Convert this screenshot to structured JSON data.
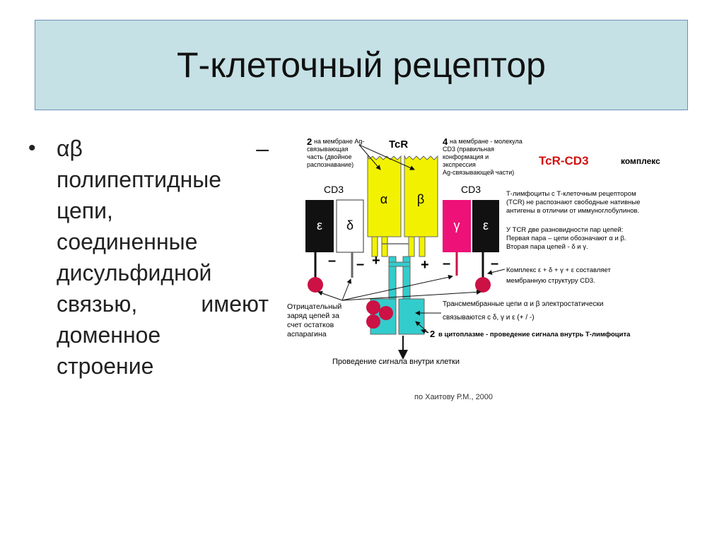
{
  "title": "Т-клеточный рецептор",
  "bullet": {
    "lines": [
      {
        "a": "αβ",
        "b": "–"
      },
      {
        "a": "полипептидные"
      },
      {
        "a": "цепи,"
      },
      {
        "a": "соединенные"
      },
      {
        "a": "дисульфидной"
      },
      {
        "a": "связью,",
        "b": "имеют"
      },
      {
        "a": "доменное"
      },
      {
        "a": "строение"
      }
    ]
  },
  "diagram": {
    "tcr_label": "TcR",
    "complex_title": "TcR-CD3",
    "complex_word": "комплекс",
    "cd3_left": "CD3",
    "cd3_right": "CD3",
    "alpha": "α",
    "beta": "β",
    "epsilon": "ε",
    "delta": "δ",
    "gamma": "γ",
    "plus": "+",
    "minus": "–",
    "note2_num": "2",
    "note2_lines": [
      "на мембране Ag-",
      "связывающая",
      "часть (двойное",
      "распознавание)"
    ],
    "note4_num": "4",
    "note4_lines": [
      "на мембране - молекула",
      "CD3 (правильная",
      "конформация и",
      "экспрессия",
      "Ag-связывающей части)"
    ],
    "info_lines": [
      "Т-лимфоциты с Т-клеточным рецептором",
      "(TCR) не распознают свободные нативные",
      "антигены в отличии от иммуноглобулинов.",
      "У TCR две разновидности пар цепей:",
      "Первая пара – цепи обозначают α и β.",
      "Вторая пара цепей - δ и γ."
    ],
    "complex_lines": [
      "Комплекс ε + δ + γ + ε составляет",
      "мембранную структуру CD3."
    ],
    "transmem_lines": [
      "Трансмембранные цепи α и β электростатически",
      "связываются с δ, γ и ε (+ / -)"
    ],
    "cyto_num": "2",
    "cyto_text": "в цитоплазме - проведение сигнала внутрь Т-лимфоцита",
    "neg_lines": [
      "Отрицательный",
      "заряд цепей за",
      "счет остатков",
      "аспарагина"
    ],
    "signal_text": "Проведение сигнала внутри клетки",
    "citation": "по Хаитову Р.М., 2000",
    "colors": {
      "yellow": "#f2f200",
      "cyan": "#33cccc",
      "magenta": "#ee1177",
      "crimson": "#cc1144",
      "black": "#111111",
      "red_title": "#d01010"
    }
  }
}
